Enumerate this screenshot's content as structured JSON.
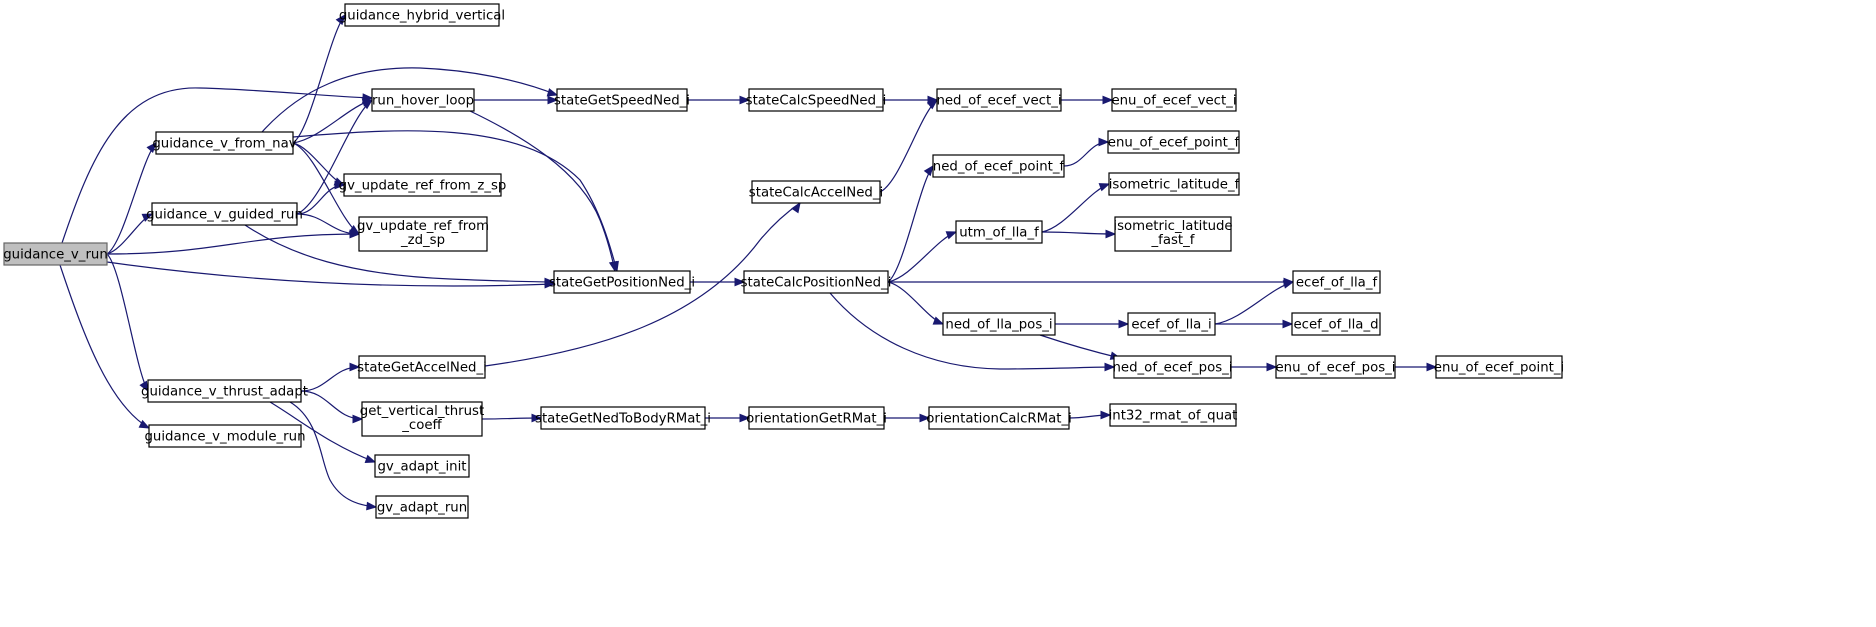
{
  "diagram": {
    "type": "call-graph",
    "colors": {
      "edge": "#191970",
      "root_fill": "#bfbfbf",
      "node_fill": "#ffffff",
      "border": "#000000"
    },
    "nodes": [
      {
        "id": "root",
        "label": "guidance_v_run",
        "root": true
      },
      {
        "id": "hybrid",
        "label": "guidance_hybrid_vertical"
      },
      {
        "id": "fromnav",
        "label": "guidance_v_from_nav"
      },
      {
        "id": "guided",
        "label": "guidance_v_guided_run"
      },
      {
        "id": "thrust",
        "label": "guidance_v_thrust_adapt"
      },
      {
        "id": "module",
        "label": "guidance_v_module_run"
      },
      {
        "id": "hover",
        "label": "run_hover_loop"
      },
      {
        "id": "zsp",
        "label": "gv_update_ref_from_z_sp"
      },
      {
        "id": "zdsp",
        "lines": [
          "gv_update_ref_from",
          "_zd_sp"
        ]
      },
      {
        "id": "getaccel",
        "label": "stateGetAccelNed_i"
      },
      {
        "id": "gvtc",
        "lines": [
          "get_vertical_thrust",
          "_coeff"
        ]
      },
      {
        "id": "gvinit",
        "label": "gv_adapt_init"
      },
      {
        "id": "gvrun",
        "label": "gv_adapt_run"
      },
      {
        "id": "getspeed",
        "label": "stateGetSpeedNed_i"
      },
      {
        "id": "getpos",
        "label": "stateGetPositionNed_i"
      },
      {
        "id": "calcaccel",
        "label": "stateCalcAccelNed_i"
      },
      {
        "id": "getned2b",
        "label": "stateGetNedToBodyRMat_i"
      },
      {
        "id": "calcspeed",
        "label": "stateCalcSpeedNed_i"
      },
      {
        "id": "calcpos",
        "label": "stateCalcPositionNed_i"
      },
      {
        "id": "orget",
        "label": "orientationGetRMat_i"
      },
      {
        "id": "nedvect",
        "label": "ned_of_ecef_vect_i"
      },
      {
        "id": "nedpointf",
        "label": "ned_of_ecef_point_f"
      },
      {
        "id": "utm",
        "label": "utm_of_lla_f"
      },
      {
        "id": "nedlla",
        "label": "ned_of_lla_pos_i"
      },
      {
        "id": "orcalc",
        "label": "orientationCalcRMat_i"
      },
      {
        "id": "enuvect",
        "label": "enu_of_ecef_vect_i"
      },
      {
        "id": "enupointf",
        "label": "enu_of_ecef_point_f"
      },
      {
        "id": "isolat",
        "label": "isometric_latitude_f"
      },
      {
        "id": "isolatfast",
        "lines": [
          "isometric_latitude",
          "_fast_f"
        ]
      },
      {
        "id": "ecefllaf",
        "label": "ecef_of_lla_f"
      },
      {
        "id": "ecefllai",
        "label": "ecef_of_lla_i"
      },
      {
        "id": "nedpos",
        "label": "ned_of_ecef_pos_i"
      },
      {
        "id": "ecefllad",
        "label": "ecef_of_lla_d"
      },
      {
        "id": "enupos",
        "label": "enu_of_ecef_pos_i"
      },
      {
        "id": "enupointi",
        "label": "enu_of_ecef_point_i"
      },
      {
        "id": "int32",
        "label": "int32_rmat_of_quat"
      }
    ],
    "edges": [
      [
        "root",
        "fromnav"
      ],
      [
        "root",
        "hover"
      ],
      [
        "root",
        "guided"
      ],
      [
        "root",
        "zdsp"
      ],
      [
        "root",
        "getpos"
      ],
      [
        "root",
        "thrust"
      ],
      [
        "root",
        "module"
      ],
      [
        "fromnav",
        "hybrid"
      ],
      [
        "fromnav",
        "getspeed"
      ],
      [
        "fromnav",
        "hover"
      ],
      [
        "fromnav",
        "zsp"
      ],
      [
        "fromnav",
        "zdsp"
      ],
      [
        "fromnav",
        "getpos"
      ],
      [
        "guided",
        "hover"
      ],
      [
        "guided",
        "zsp"
      ],
      [
        "guided",
        "zdsp"
      ],
      [
        "guided",
        "getpos"
      ],
      [
        "hover",
        "getspeed"
      ],
      [
        "hover",
        "getpos"
      ],
      [
        "getspeed",
        "calcspeed"
      ],
      [
        "calcspeed",
        "nedvect"
      ],
      [
        "nedvect",
        "enuvect"
      ],
      [
        "calcaccel",
        "nedvect"
      ],
      [
        "getpos",
        "calcpos"
      ],
      [
        "calcpos",
        "nedpointf"
      ],
      [
        "calcpos",
        "utm"
      ],
      [
        "calcpos",
        "ecefllaf"
      ],
      [
        "calcpos",
        "nedlla"
      ],
      [
        "calcpos",
        "nedpos"
      ],
      [
        "nedpointf",
        "enupointf"
      ],
      [
        "utm",
        "isolat"
      ],
      [
        "utm",
        "isolatfast"
      ],
      [
        "nedlla",
        "ecefllai"
      ],
      [
        "nedlla",
        "nedpos"
      ],
      [
        "ecefllai",
        "ecefllaf"
      ],
      [
        "ecefllai",
        "ecefllad"
      ],
      [
        "nedpos",
        "enupos"
      ],
      [
        "enupos",
        "enupointi"
      ],
      [
        "thrust",
        "getaccel"
      ],
      [
        "thrust",
        "gvtc"
      ],
      [
        "thrust",
        "gvinit"
      ],
      [
        "thrust",
        "gvrun"
      ],
      [
        "getaccel",
        "calcaccel"
      ],
      [
        "gvtc",
        "getned2b"
      ],
      [
        "getned2b",
        "orget"
      ],
      [
        "orget",
        "orcalc"
      ],
      [
        "orcalc",
        "int32"
      ]
    ]
  }
}
